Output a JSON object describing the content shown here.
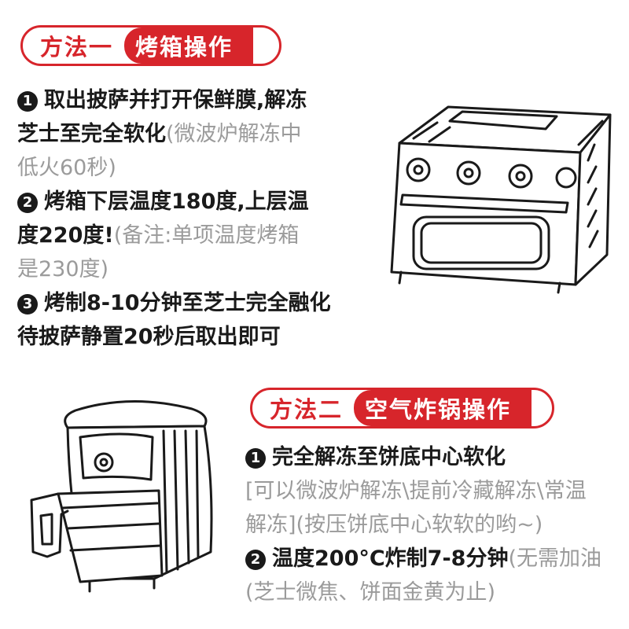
{
  "method1": {
    "tag": "方法一",
    "title": "烤箱操作",
    "steps": [
      {
        "num": "1",
        "lines": [
          [
            {
              "t": "取出披萨并打开保鲜膜,解冻",
              "s": "bold"
            }
          ],
          [
            {
              "t": "芝士至完全软化",
              "s": "bold"
            },
            {
              "t": "(微波炉解冻中",
              "s": "light"
            }
          ],
          [
            {
              "t": "低火60秒)",
              "s": "light"
            }
          ]
        ]
      },
      {
        "num": "2",
        "lines": [
          [
            {
              "t": "烤箱下层温度180度,上层温",
              "s": "bold"
            }
          ],
          [
            {
              "t": "度220度!",
              "s": "bold"
            },
            {
              "t": "(备注:单项温度烤箱",
              "s": "light"
            }
          ],
          [
            {
              "t": "是230度)",
              "s": "light"
            }
          ]
        ]
      },
      {
        "num": "3",
        "lines": [
          [
            {
              "t": "烤制8-10分钟至芝士完全融化",
              "s": "bold"
            }
          ],
          [
            {
              "t": "待披萨静置20秒后取出即可",
              "s": "bold"
            }
          ]
        ]
      }
    ]
  },
  "method2": {
    "tag": "方法二",
    "title": "空气炸锅操作",
    "steps": [
      {
        "num": "1",
        "lines": [
          [
            {
              "t": "完全解冻至饼底中心软化",
              "s": "bold"
            }
          ],
          [
            {
              "t": "[可以微波炉解冻\\提前冷藏解冻\\常温",
              "s": "light"
            }
          ],
          [
            {
              "t": "解冻](按压饼底中心软软的哟~)",
              "s": "light"
            }
          ]
        ]
      },
      {
        "num": "2",
        "lines": [
          [
            {
              "t": "温度200°C炸制7-8分钟",
              "s": "bold"
            },
            {
              "t": "(无需加油",
              "s": "light"
            }
          ],
          [
            {
              "t": "(芝士微焦、饼面金黄为止)",
              "s": "light"
            }
          ]
        ]
      }
    ]
  },
  "illustrations": {
    "oven": "oven-icon",
    "fryer": "air-fryer-icon"
  },
  "colors": {
    "accent": "#d7252b",
    "text": "#1a1a1a",
    "muted": "#9b9b9b"
  }
}
